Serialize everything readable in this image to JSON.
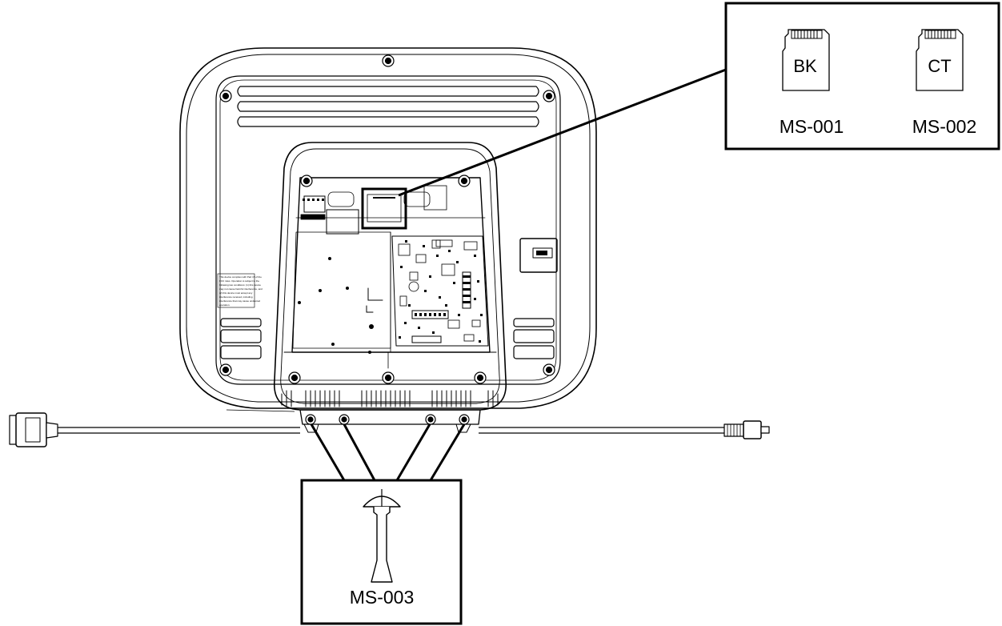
{
  "callouts": {
    "sd_card_bk": {
      "card_text": "BK",
      "part_number": "MS-001"
    },
    "sd_card_ct": {
      "card_text": "CT",
      "part_number": "MS-002"
    },
    "screw": {
      "part_number": "MS-003"
    }
  },
  "warning_label": {
    "lines": [
      "This device complies with Part 15 of the",
      "FCC rules. Operation is subject to the",
      "following two conditions: (1) this device",
      "may not cause harmful interference, and",
      "(2) this device must accept any",
      "interference received, including",
      "interference that may cause undesired",
      "operation."
    ]
  },
  "icons": {
    "sd_card": "sd-card-icon",
    "screw": "screw-icon",
    "console": "console-back-panel",
    "cable": "cable-icon"
  }
}
